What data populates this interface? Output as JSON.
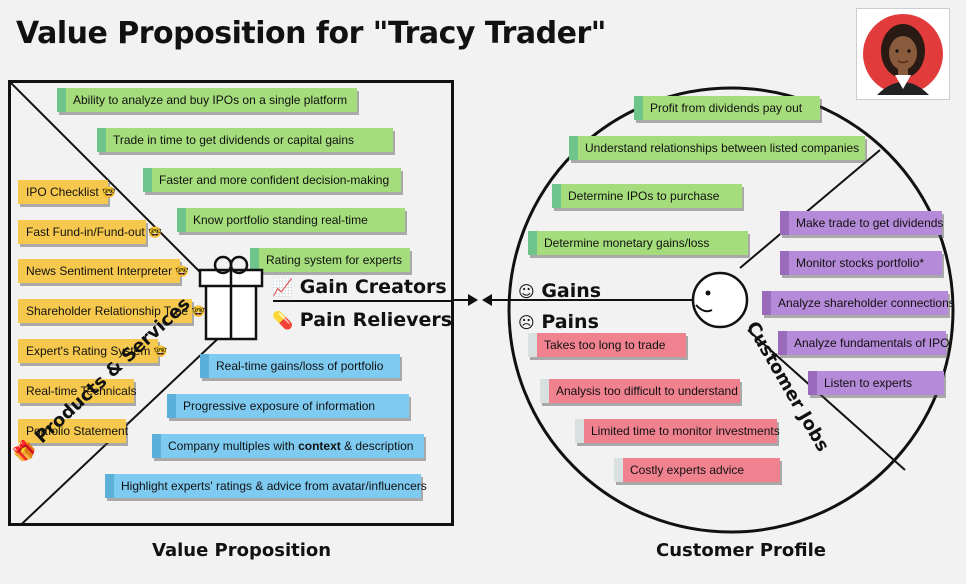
{
  "title": "Value Proposition for \"Tracy Trader\"",
  "gain_creators": [
    "Ability to analyze and buy IPOs on a single platform",
    "Trade in time to get dividends or capital gains",
    "Faster and more confident decision-making",
    "Know portfolio standing real-time",
    "Rating system for experts"
  ],
  "products_services": [
    "IPO Checklist",
    "Fast Fund-in/Fund-out",
    "News Sentiment Interpreter",
    "Shareholder Relationship Tree",
    "Expert's Rating System",
    "Real-time Technicals",
    "Portfolio Statement"
  ],
  "pain_relievers": [
    "Real-time gains/loss of portfolio",
    "Progressive exposure of information",
    "Company multiples with ",
    "context",
    " & description",
    "Highlight experts' ratings & advice from avatar/influencers"
  ],
  "gains": [
    "Profit from dividends pay out",
    "Understand relationships between listed companies",
    "Determine IPOs to purchase",
    "Determine monetary gains/loss"
  ],
  "customer_jobs": [
    "Make trade to get dividends",
    "Monitor stocks portfolio*",
    "Analyze shareholder connections",
    "Analyze fundamentals of IPO",
    "Listen to experts"
  ],
  "pains": [
    "Takes too long to trade",
    "Analysis too difficult to understand",
    "Limited time to monitor investments",
    "Costly experts advice"
  ],
  "labels": {
    "gain_creators": "Gain Creators",
    "pain_relievers": "Pain Relievers",
    "gains": "Gains",
    "pains": "Pains",
    "products_services": "Products & Services",
    "customer_jobs": "Customer Jobs",
    "value_proposition": "Value Proposition",
    "customer_profile": "Customer Profile"
  },
  "icons": {
    "gain_creators": "chart-increasing-icon",
    "pain_relievers": "pill-icon",
    "gains": "smile-icon",
    "pains": "frown-icon",
    "products_services": "gift-icon",
    "customer_jobs": "customer-face-icon",
    "emoji": "🤓"
  }
}
